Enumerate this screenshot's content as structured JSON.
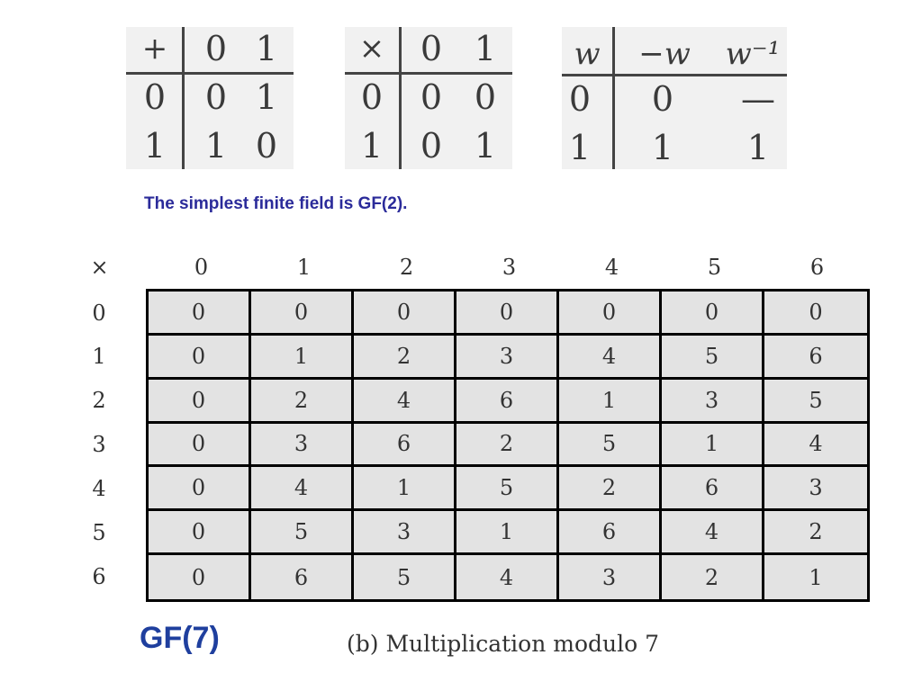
{
  "gf2_tables": [
    {
      "headers": [
        "+",
        "0",
        "1"
      ],
      "rows": [
        [
          "0",
          "0",
          "1"
        ],
        [
          "1",
          "1",
          "0"
        ]
      ]
    },
    {
      "headers": [
        "×",
        "0",
        "1"
      ],
      "rows": [
        [
          "0",
          "0",
          "0"
        ],
        [
          "1",
          "0",
          "1"
        ]
      ]
    },
    {
      "headers": [
        "w",
        "−w",
        "w⁻¹"
      ],
      "rows": [
        [
          "0",
          "0",
          "—"
        ],
        [
          "1",
          "1",
          "1"
        ]
      ]
    }
  ],
  "caption_gf2": "The simplest finite field is GF(2).",
  "mult_table": {
    "corner": "×",
    "col_headers": [
      "0",
      "1",
      "2",
      "3",
      "4",
      "5",
      "6"
    ],
    "row_headers": [
      "0",
      "1",
      "2",
      "3",
      "4",
      "5",
      "6"
    ],
    "cells": [
      [
        "0",
        "0",
        "0",
        "0",
        "0",
        "0",
        "0"
      ],
      [
        "0",
        "1",
        "2",
        "3",
        "4",
        "5",
        "6"
      ],
      [
        "0",
        "2",
        "4",
        "6",
        "1",
        "3",
        "5"
      ],
      [
        "0",
        "3",
        "6",
        "2",
        "5",
        "1",
        "4"
      ],
      [
        "0",
        "4",
        "1",
        "5",
        "2",
        "6",
        "3"
      ],
      [
        "0",
        "5",
        "3",
        "1",
        "6",
        "4",
        "2"
      ],
      [
        "0",
        "6",
        "5",
        "4",
        "3",
        "2",
        "1"
      ]
    ]
  },
  "label_gf7": "GF(7)",
  "caption_b": "(b) Multiplication modulo 7"
}
